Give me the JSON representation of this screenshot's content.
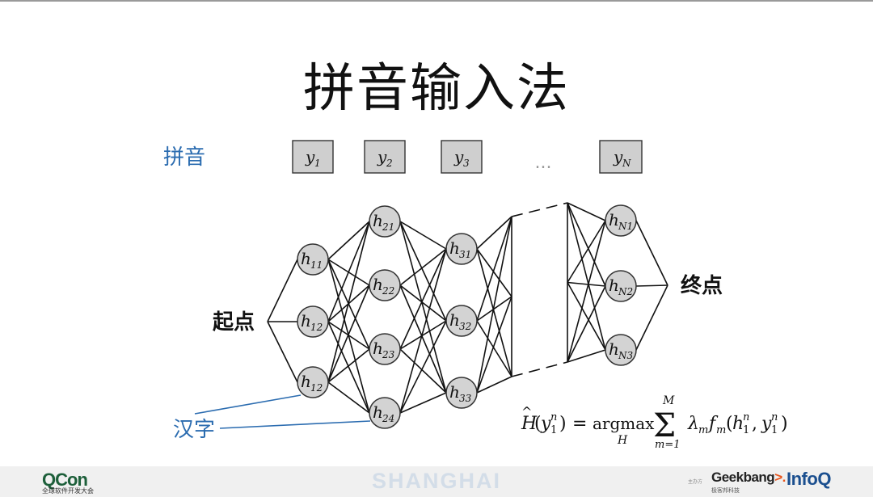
{
  "slide": {
    "title": "拼音输入法"
  },
  "labels": {
    "pinyin": "拼音",
    "start": "起点",
    "end": "终点",
    "hanzi": "汉字",
    "ellipsis": "..."
  },
  "observations": [
    {
      "id": "y1",
      "base": "y",
      "sub": "1"
    },
    {
      "id": "y2",
      "base": "y",
      "sub": "2"
    },
    {
      "id": "y3",
      "base": "y",
      "sub": "3"
    },
    {
      "id": "yN",
      "base": "y",
      "sub": "N"
    }
  ],
  "hidden_columns": [
    {
      "column": "1",
      "nodes": [
        {
          "base": "h",
          "sub": "11"
        },
        {
          "base": "h",
          "sub": "12"
        },
        {
          "base": "h",
          "sub": "12"
        }
      ]
    },
    {
      "column": "2",
      "nodes": [
        {
          "base": "h",
          "sub": "21"
        },
        {
          "base": "h",
          "sub": "22"
        },
        {
          "base": "h",
          "sub": "23"
        },
        {
          "base": "h",
          "sub": "24"
        }
      ]
    },
    {
      "column": "3",
      "nodes": [
        {
          "base": "h",
          "sub": "31"
        },
        {
          "base": "h",
          "sub": "32"
        },
        {
          "base": "h",
          "sub": "33"
        }
      ]
    },
    {
      "column": "N",
      "nodes": [
        {
          "base": "h",
          "sub": "N1"
        },
        {
          "base": "h",
          "sub": "N2"
        },
        {
          "base": "h",
          "sub": "N3"
        }
      ]
    }
  ],
  "formula": {
    "lhs": "H(y",
    "lhs_sub": "1",
    "lhs_sup": "n",
    "equals": ") = argmax",
    "argmax_sub": "H",
    "sum_upper": "M",
    "sum_lower": "m=1",
    "rhs": "λ f (h , y )",
    "rhs_m1": "m",
    "rhs_m2": "m",
    "rhs_h_sub": "1",
    "rhs_h_sup": "n",
    "rhs_y_sub": "1",
    "rhs_y_sup": "n"
  },
  "footer": {
    "qcon": "QCon",
    "qcon_sub": "全球软件开发大会",
    "city": "SHANGHAI",
    "sponsor_label": "主办方",
    "geekbang": "Geekbang",
    "geekbang_arrow": ">.",
    "geekbang_sub": "极客邦科技",
    "infoq": "InfoQ"
  },
  "colors": {
    "node_fill": "#d3d3d3",
    "box_fill": "#cfcfcf",
    "edge": "#111111",
    "blue_label": "#2b6cb0",
    "callout_line": "#2b6cb0"
  }
}
